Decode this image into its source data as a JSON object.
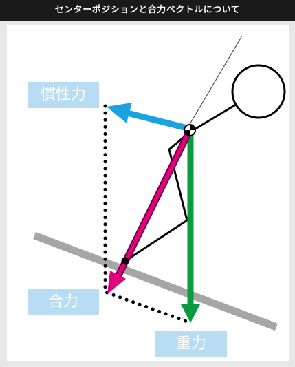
{
  "header": {
    "title": "センターポジションと合力ベクトルについて"
  },
  "labels": {
    "inertia": "慣性力",
    "resultant": "合力",
    "gravity": "重力"
  },
  "colors": {
    "title_bar": "#1a1a1a",
    "inertia_arrow": "#1aa3de",
    "resultant_arrow": "#e3007f",
    "gravity_arrow": "#0b9a3f",
    "slope": "#a6a6a6",
    "label_bg": "#b8dcf1"
  }
}
